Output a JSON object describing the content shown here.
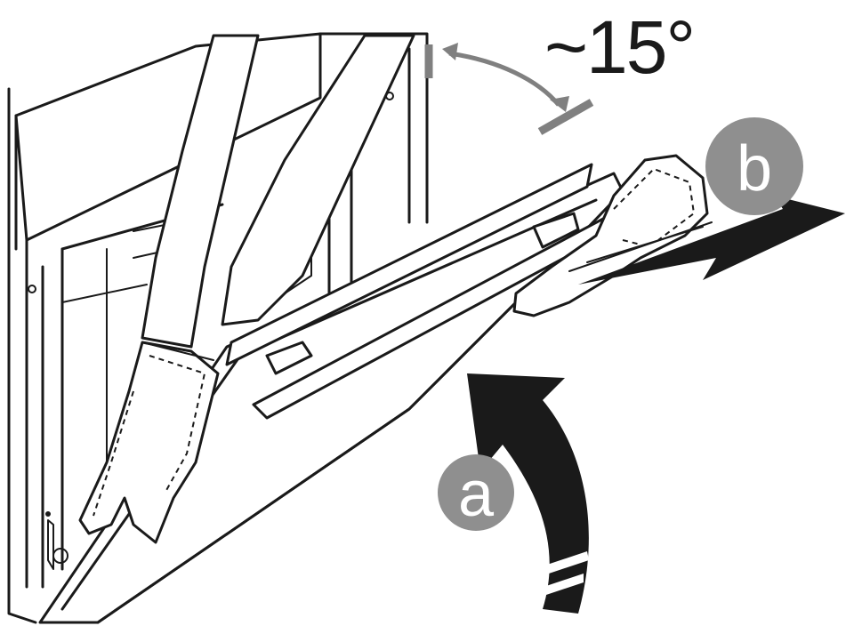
{
  "figure": {
    "angle_label": "~15°",
    "step_a_label": "a",
    "step_b_label": "b"
  },
  "colors": {
    "line": "#1a1a1a",
    "step_badge": "#8f8f8f",
    "angle_marker": "#808080",
    "background": "#ffffff"
  }
}
